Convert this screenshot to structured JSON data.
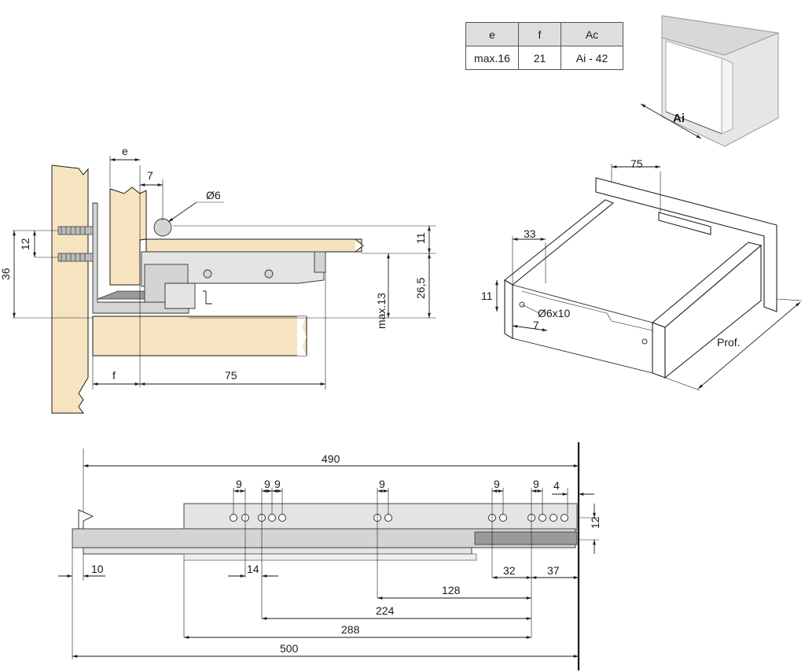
{
  "table": {
    "headers": [
      "e",
      "f",
      "Ac"
    ],
    "values": [
      "max.16",
      "21",
      "Ai - 42"
    ]
  },
  "cabinet": {
    "label": "Ai"
  },
  "section": {
    "e": "e",
    "seven": "7",
    "hole": "Ø6",
    "twelve": "12",
    "thirty_six": "36",
    "eleven": "11",
    "twenty_six": "26,5",
    "max13": "max.13",
    "f": "f",
    "seventy_five": "75"
  },
  "drawer": {
    "seventy_five": "75",
    "thirty_three": "33",
    "eleven": "11",
    "hole": "Ø6x10",
    "seven": "7",
    "prof": "Prof."
  },
  "runner": {
    "top": [
      "9",
      "9",
      "9",
      "9",
      "9",
      "9"
    ],
    "overall": "490",
    "four": "4",
    "twelve": "12",
    "ten": "10",
    "fourteen": "14",
    "thirty_two": "32",
    "thirty_seven": "37",
    "d128": "128",
    "d224": "224",
    "d288": "288",
    "d500": "500"
  },
  "colors": {
    "wood": "#f6e4c0",
    "metal": "#d4d4d4",
    "line": "#1a1a1a"
  }
}
